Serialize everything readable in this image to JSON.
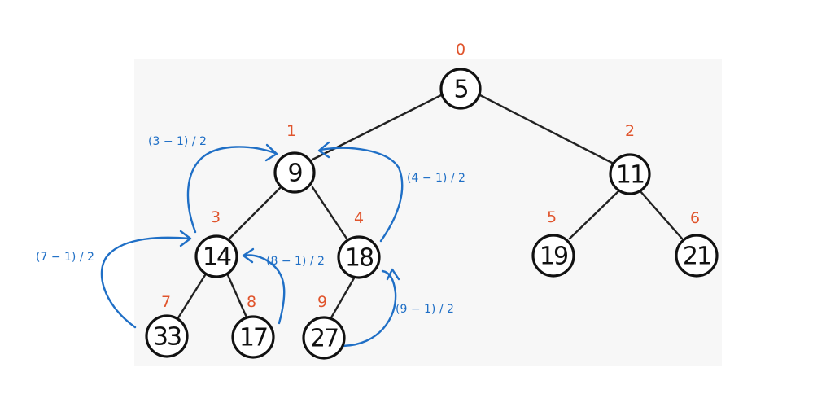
{
  "heap": {
    "nodes": [
      {
        "index": "0",
        "value": "5"
      },
      {
        "index": "1",
        "value": "9"
      },
      {
        "index": "2",
        "value": "11"
      },
      {
        "index": "3",
        "value": "14"
      },
      {
        "index": "4",
        "value": "18"
      },
      {
        "index": "5",
        "value": "19"
      },
      {
        "index": "6",
        "value": "21"
      },
      {
        "index": "7",
        "value": "33"
      },
      {
        "index": "8",
        "value": "17"
      },
      {
        "index": "9",
        "value": "27"
      }
    ]
  },
  "formulas": {
    "f3": "(3 − 1) / 2",
    "f4": "(4 − 1) / 2",
    "f7": "(7 − 1) / 2",
    "f8": "(8 − 1) / 2",
    "f9": "(9 − 1) / 2"
  },
  "colors": {
    "index_label": "#e0542c",
    "arrow": "#1f6fc6",
    "node_stroke": "#111111",
    "edge": "#222222"
  }
}
